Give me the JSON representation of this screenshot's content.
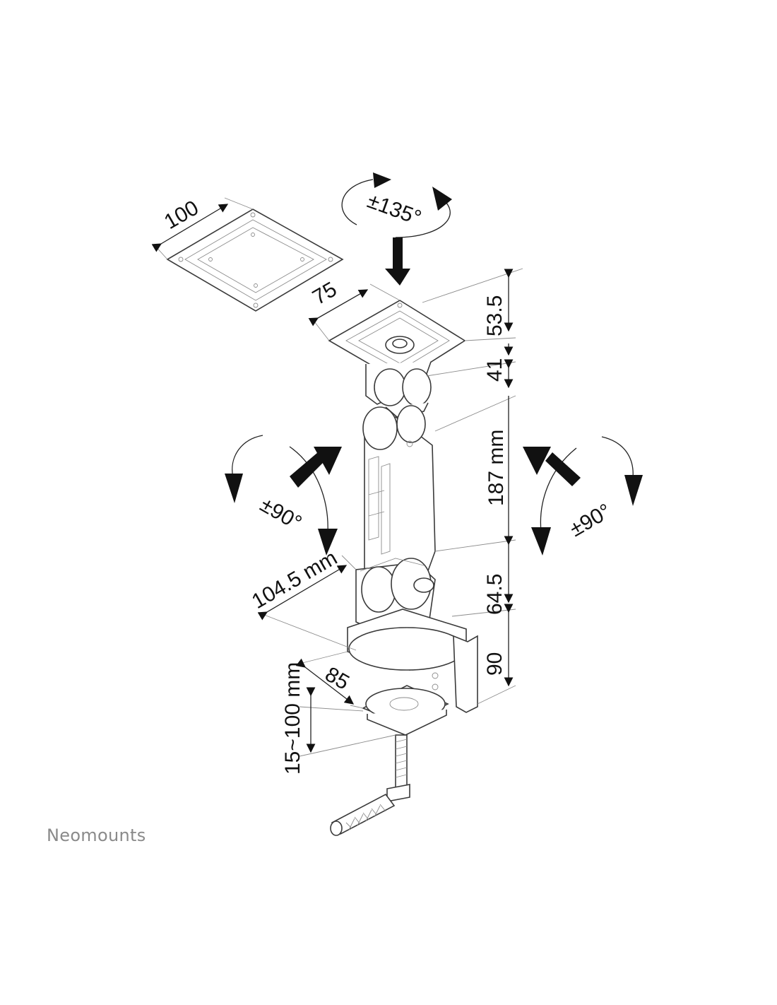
{
  "brand": "Neomounts",
  "labels": {
    "vesa_100": "100",
    "vesa_75": "75",
    "rotate": "±135°",
    "dim_53_5": "53.5",
    "dim_41": "41",
    "dim_187": "187 mm",
    "dim_64_5": "64.5",
    "dim_90": "90",
    "tilt_left": "±90°",
    "tilt_right": "±90°",
    "width_104_5": "104.5 mm",
    "clamp_85": "85",
    "desk_range": "15~100 mm"
  },
  "colors": {
    "ink": "#111111",
    "outline": "#3a3a3a",
    "brand_text": "#8a8a8a",
    "background": "#ffffff"
  }
}
